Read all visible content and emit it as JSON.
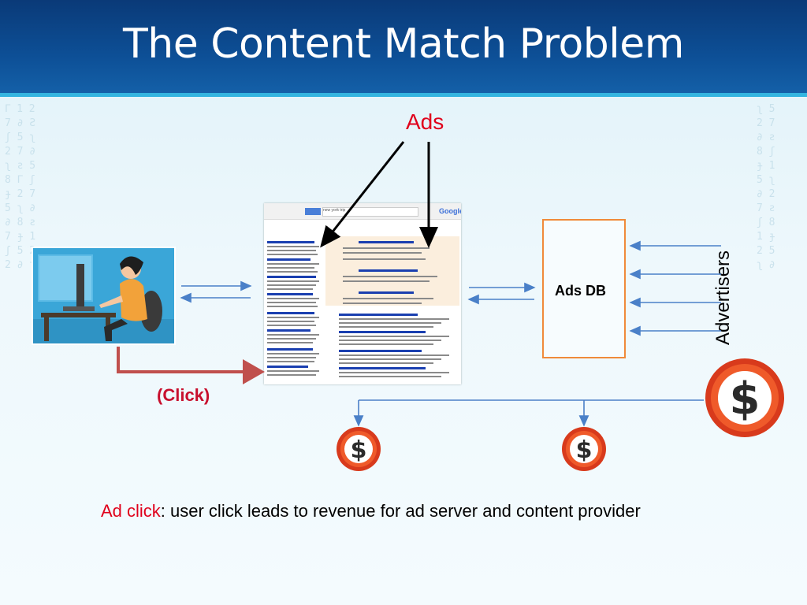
{
  "slide": {
    "title": "The Content Match Problem"
  },
  "diagram": {
    "ads_label": "Ads",
    "ads_db_label": "Ads DB",
    "advertisers_label": "Advertisers",
    "click_label": "(Click)",
    "caption_term": "Ad click",
    "caption_rest": ": user click leads to revenue for ad server and content provider"
  },
  "serp": {
    "query": "new york trip",
    "logo": "Google"
  },
  "colors": {
    "header": "#0d4f96",
    "accent_line": "#34b5e0",
    "red_text": "#e0001b",
    "arrow_blue": "#4a80c8",
    "db_border": "#f08a3a",
    "click_path": "#c0504d"
  },
  "icons": [
    "user-at-computer-illustration",
    "dollar-coin-icon",
    "search-results-page-thumbnail"
  ]
}
